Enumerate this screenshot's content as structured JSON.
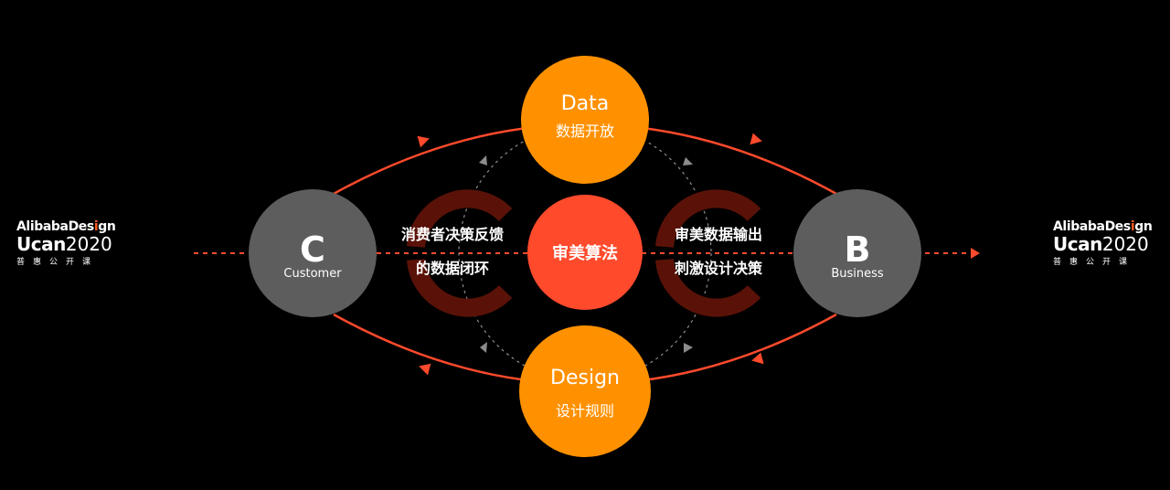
{
  "brand": {
    "word1": "Alibaba",
    "word2_pre": "Des",
    "word2_i": "i",
    "word2_post": "gn",
    "event": "Ucan",
    "year": "2020",
    "subtitle": "普惠公开课"
  },
  "nodes": {
    "customer": {
      "letter": "C",
      "label": "Customer"
    },
    "business": {
      "letter": "B",
      "label": "Business"
    },
    "data": {
      "title": "Data",
      "subtitle": "数据开放"
    },
    "design": {
      "title": "Design",
      "subtitle": "设计规则"
    },
    "algorithm": {
      "label": "审美算法"
    }
  },
  "captions": {
    "left_line1": "消费者决策反馈",
    "left_line2": "的数据闭环",
    "right_line1": "审美数据输出",
    "right_line2": "刺激设计决策"
  },
  "colors": {
    "background": "#000000",
    "orange": "#ff9100",
    "red": "#ff4a2c",
    "grey": "#5d5d5d",
    "dark_red": "#5a1208"
  }
}
